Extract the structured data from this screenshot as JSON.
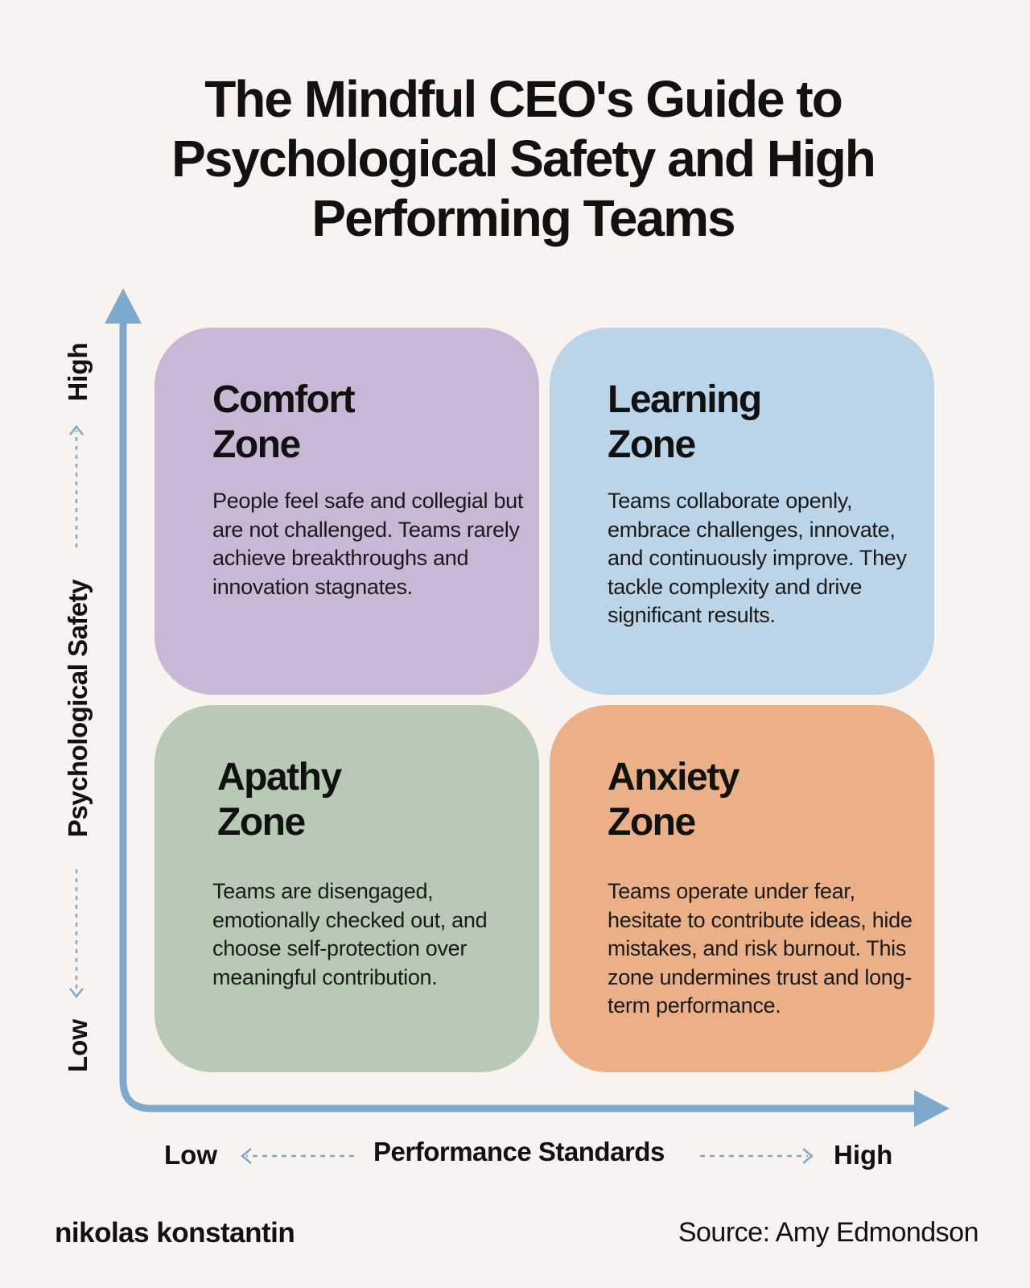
{
  "title": "The Mindful CEO's Guide to Psychological Safety and High Performing Teams",
  "colors": {
    "background": "#f8f3ee",
    "axis": "#7da9cc",
    "comfort": "#c8b8d6",
    "learning": "#bcd4e7",
    "apathy": "#b8cab5",
    "anxiety": "#ebb088",
    "text": "#111111"
  },
  "axes": {
    "y_title": "Psychological Safety",
    "y_high": "High",
    "y_low": "Low",
    "x_title": "Performance Standards",
    "x_low": "Low",
    "x_high": "High"
  },
  "quadrants": {
    "comfort": {
      "title": "Comfort\nZone",
      "description": "People feel safe and collegial but are not challenged. Teams rarely achieve breakthroughs and innovation stagnates."
    },
    "learning": {
      "title": "Learning\nZone",
      "description": "Teams collaborate openly, embrace challenges, innovate, and continuously improve. They tackle complexity and drive significant results."
    },
    "apathy": {
      "title": "Apathy\nZone",
      "description": "Teams are disengaged, emotionally checked out, and choose self-protection over meaningful contribution."
    },
    "anxiety": {
      "title": "Anxiety\nZone",
      "description": "Teams operate under fear, hesitate to contribute ideas, hide mistakes, and risk burnout. This zone undermines trust and long-term performance."
    }
  },
  "footer": {
    "brand": "nikolas konstantin",
    "source": "Source: Amy Edmondson"
  }
}
